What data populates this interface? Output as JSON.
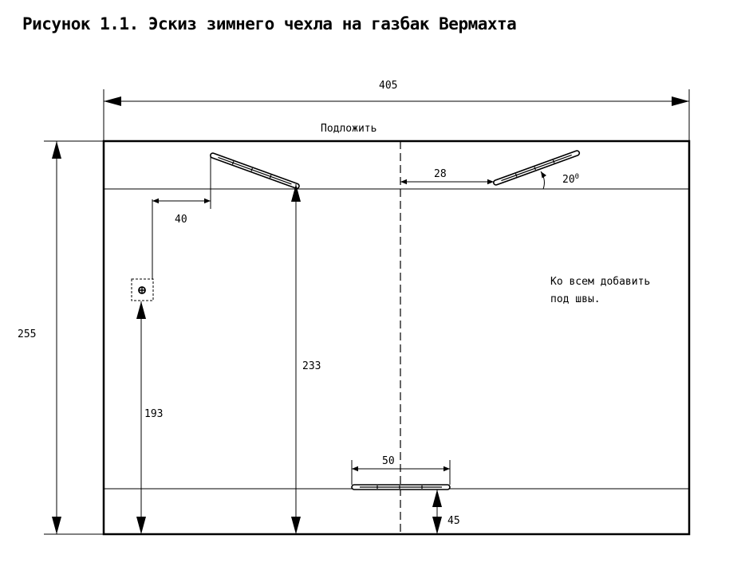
{
  "title": "Рисунок 1.1. Эскиз зимнего чехла на газбак Вермахта",
  "labels": {
    "top_note": "Подложить",
    "note_line1": "Ко всем добавить",
    "note_line2": "под швы."
  },
  "dimensions": {
    "width": "405",
    "height": "255",
    "offset_40": "40",
    "gap_28": "28",
    "angle": "20",
    "angle_unit": "0",
    "height_233": "233",
    "height_193": "193",
    "length_50": "50",
    "height_45": "45"
  },
  "colors": {
    "ink": "#000000",
    "paper": "#ffffff"
  }
}
